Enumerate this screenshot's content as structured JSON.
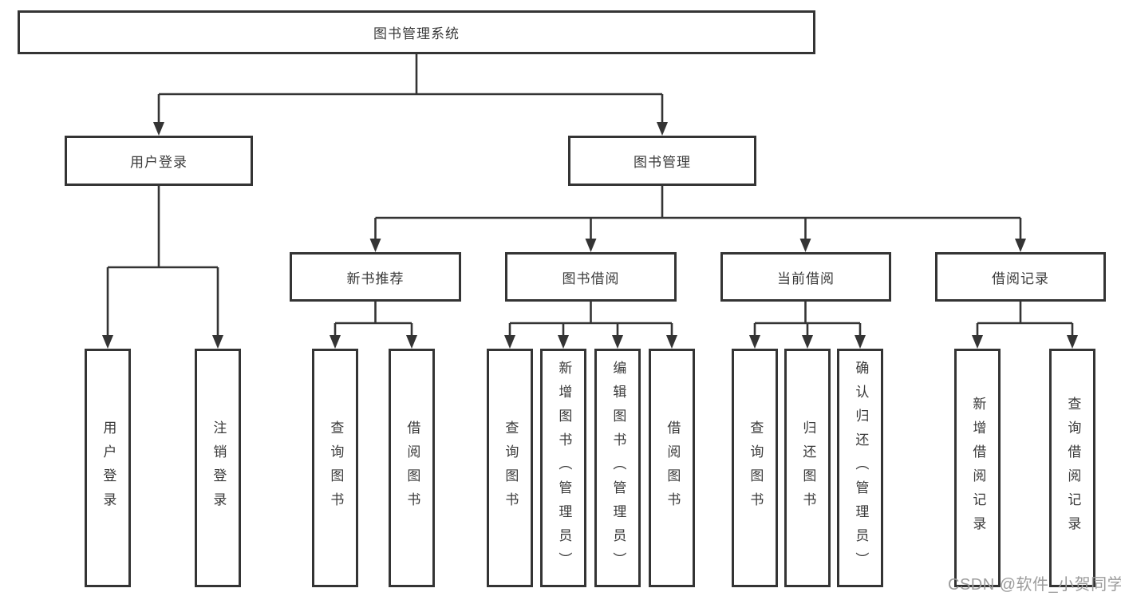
{
  "diagram": {
    "root": {
      "label": "图书管理系统"
    },
    "branches": [
      {
        "label": "用户登录",
        "children": [
          {
            "label": "用户登录"
          },
          {
            "label": "注销登录"
          }
        ]
      },
      {
        "label": "图书管理",
        "children": [
          {
            "label": "新书推荐",
            "children": [
              {
                "label": "查询图书"
              },
              {
                "label": "借阅图书"
              }
            ]
          },
          {
            "label": "图书借阅",
            "children": [
              {
                "label": "查询图书"
              },
              {
                "label": "新增图书（管理员）"
              },
              {
                "label": "编辑图书（管理员）"
              },
              {
                "label": "借阅图书"
              }
            ]
          },
          {
            "label": "当前借阅",
            "children": [
              {
                "label": "查询图书"
              },
              {
                "label": "归还图书"
              },
              {
                "label": "确认归还（管理员）"
              }
            ]
          },
          {
            "label": "借阅记录",
            "children": [
              {
                "label": "新增借阅记录"
              },
              {
                "label": "查询借阅记录"
              }
            ]
          }
        ]
      }
    ]
  },
  "watermark": {
    "text": "CSDN @软件_小贺同学",
    "color": "#9c9c9c"
  },
  "colors": {
    "background": "#ffffff",
    "border": "#343434",
    "line": "#343434",
    "text": "#3a3a3a"
  }
}
